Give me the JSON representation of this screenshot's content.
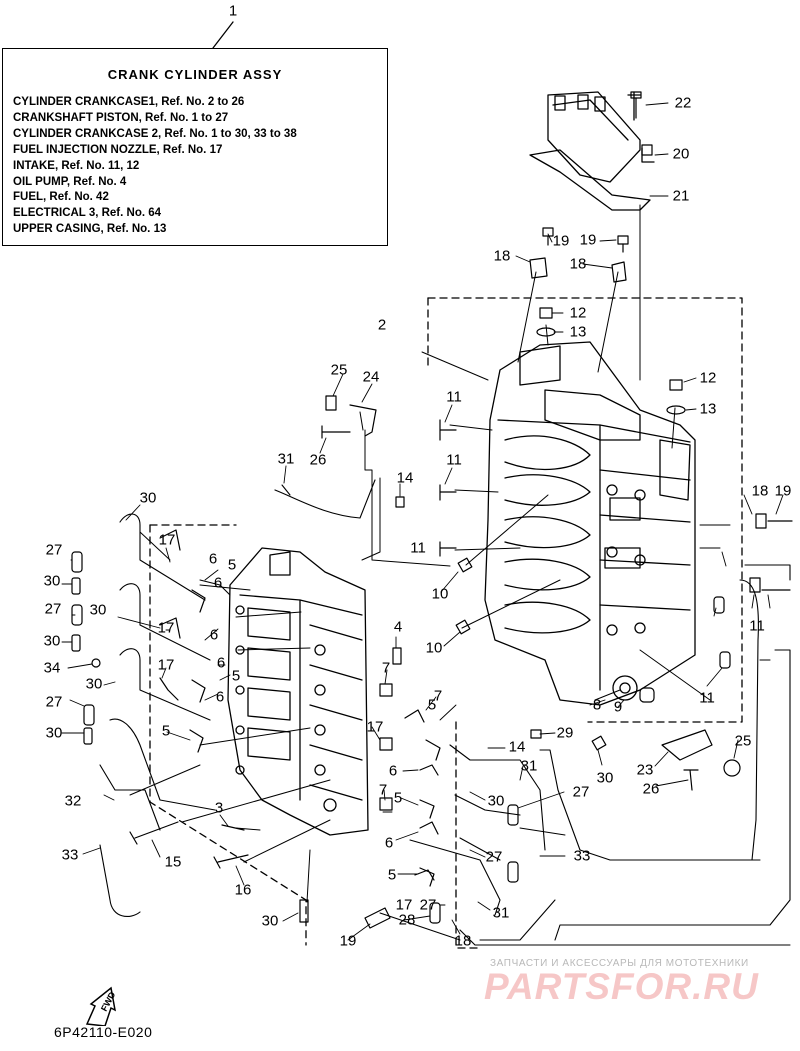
{
  "note": {
    "ref": "1",
    "title": "CRANK CYLINDER ASSY",
    "lines": [
      "CYLINDER CRANKCASE1,  Ref. No. 2 to 26",
      "CRANKSHAFT PISTON,    Ref. No. 1 to 27",
      "CYLINDER CRANKCASE 2,  Ref. No. 1 to 30, 33 to 38",
      "FUEL INJECTION NOZZLE,  Ref. No. 17",
      "INTAKE,  Ref. No. 11, 12",
      "OIL PUMP,  Ref. No. 4",
      "FUEL,  Ref. No. 42",
      "ELECTRICAL 3,  Ref. No. 64",
      "UPPER CASING, Ref. No. 13"
    ]
  },
  "callouts": [
    "22",
    "20",
    "21",
    "19",
    "18",
    "19",
    "18",
    "12",
    "13",
    "2",
    "12",
    "13",
    "25",
    "24",
    "11",
    "26",
    "31",
    "14",
    "11",
    "30",
    "17",
    "6",
    "5",
    "11",
    "10",
    "27",
    "30",
    "6",
    "27",
    "30",
    "17",
    "6",
    "4",
    "10",
    "30",
    "34",
    "17",
    "6",
    "7",
    "5",
    "30",
    "6",
    "7",
    "27",
    "17",
    "5",
    "8",
    "9",
    "11",
    "5",
    "29",
    "30",
    "14",
    "30",
    "6",
    "31",
    "27",
    "23",
    "25",
    "7",
    "5",
    "26",
    "32",
    "3",
    "30",
    "15",
    "6",
    "33",
    "33",
    "27",
    "5",
    "16",
    "27",
    "30",
    "17",
    "31",
    "28",
    "18",
    "19",
    "18",
    "19",
    "11"
  ],
  "fwd": "FWD",
  "diagram_id": "6P42110-E020",
  "watermark": {
    "caption": "ЗАПЧАСТИ И АКСЕССУАРЫ ДЛЯ МОТОТЕХНИКИ",
    "brand": "PARTSFOR.RU"
  },
  "colors": {
    "ink": "#000000",
    "watermark_brand": "#f6c7c7",
    "watermark_caption": "#b8b8b8"
  }
}
